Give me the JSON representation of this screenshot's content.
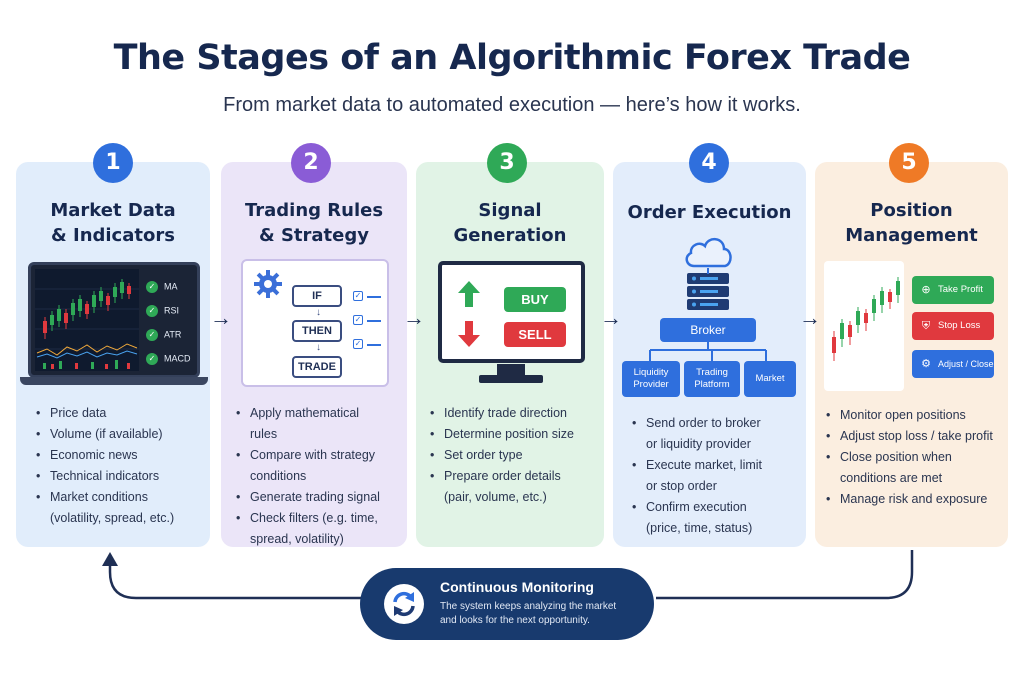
{
  "header": {
    "title": "The Stages of an Algorithmic Forex Trade",
    "subtitle": "From market data to automated execution — here’s how it works."
  },
  "stages": [
    {
      "number": "1",
      "title_line1": "Market Data",
      "title_line2": "& Indicators",
      "indicators": [
        "MA",
        "RSI",
        "ATR",
        "MACD"
      ],
      "bullets": [
        "Price data",
        "Volume (if available)",
        "Economic news",
        "Technical indicators",
        "Market conditions",
        "(volatility, spread, etc.)"
      ]
    },
    {
      "number": "2",
      "title_line1": "Trading Rules",
      "title_line2": "& Strategy",
      "flow": [
        "IF",
        "THEN",
        "TRADE"
      ],
      "bullets": [
        "Apply mathematical",
        "rules",
        "Compare with strategy",
        "conditions",
        "Generate trading signal",
        "Check filters (e.g. time,",
        "spread, volatility)"
      ]
    },
    {
      "number": "3",
      "title_line1": "Signal",
      "title_line2": "Generation",
      "buy_label": "BUY",
      "sell_label": "SELL",
      "bullets": [
        "Identify trade direction",
        "Determine position size",
        "Set order type",
        "Prepare order details",
        "(pair, volume, etc.)"
      ]
    },
    {
      "number": "4",
      "title_line1": "Order Execution",
      "broker_label": "Broker",
      "nodes": [
        {
          "line1": "Liquidity",
          "line2": "Provider"
        },
        {
          "line1": "Trading",
          "line2": "Platform"
        },
        {
          "line1": "Market",
          "line2": ""
        }
      ],
      "bullets": [
        "Send order to broker",
        "or liquidity provider",
        "Execute market, limit",
        "or stop order",
        "Confirm execution",
        "(price, time, status)"
      ]
    },
    {
      "number": "5",
      "title_line1": "Position",
      "title_line2": "Management",
      "actions": [
        "Take Profit",
        "Stop Loss",
        "Adjust / Close"
      ],
      "bullets": [
        "Monitor open positions",
        "Adjust stop loss / take profit",
        "Close position when",
        "conditions are met",
        "Manage risk and exposure"
      ]
    }
  ],
  "footer": {
    "title": "Continuous Monitoring",
    "desc_line1": "The system keeps analyzing the market",
    "desc_line2": "and looks for the next opportunity."
  },
  "colors": {
    "navy": "#16284f",
    "blue": "#2f6fdd",
    "purple": "#8a5cd6",
    "green": "#2fa957",
    "orange": "#ef7a26",
    "red": "#e0393e"
  },
  "icons": [
    "gear-icon",
    "up-arrow-icon",
    "down-arrow-icon",
    "cloud-icon",
    "server-icon",
    "target-icon",
    "shield-icon",
    "refresh-icon"
  ]
}
